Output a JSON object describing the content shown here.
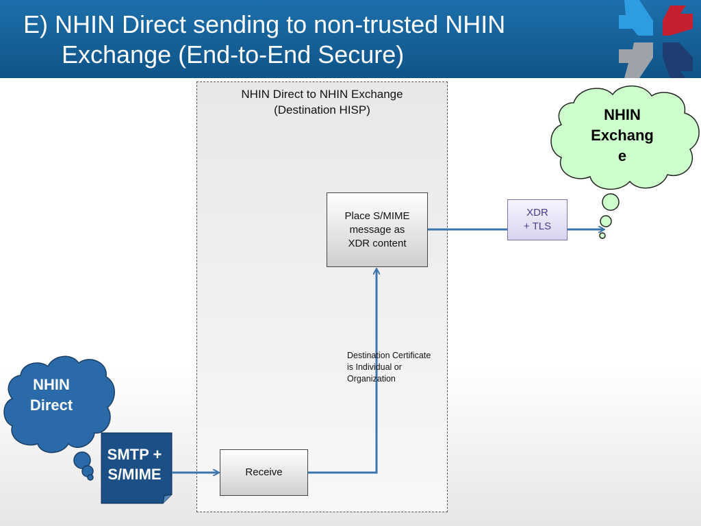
{
  "slide": {
    "title_line1": "E) NHIN Direct sending to non-trusted NHIN",
    "title_line2": "Exchange (End-to-End Secure)"
  },
  "hisp": {
    "title_line1": "NHIN Direct to NHIN Exchange",
    "title_line2": "(Destination HISP)"
  },
  "boxes": {
    "place_line1": "Place S/MIME",
    "place_line2": "message as",
    "place_line3": "XDR content",
    "receive": "Receive",
    "xdr_line1": "XDR",
    "xdr_line2": "+ TLS",
    "smtp_line1": "SMTP +",
    "smtp_line2": "S/MIME"
  },
  "note": {
    "line1": "Destination Certificate",
    "line2": "is Individual or",
    "line3": "Organization"
  },
  "clouds": {
    "direct_line1": "NHIN",
    "direct_line2": "Direct",
    "exchange_line1": "NHIN",
    "exchange_line2": "Exchang",
    "exchange_line3": "e"
  },
  "colors": {
    "header": "#1664a0",
    "direct_cloud": "#2a6aa8",
    "exchange_cloud": "#ccffcc",
    "arrow": "#3a76ad",
    "smtp_doc": "#1c4f86"
  },
  "icons": {
    "logo": "four-arrows-logo-icon"
  }
}
